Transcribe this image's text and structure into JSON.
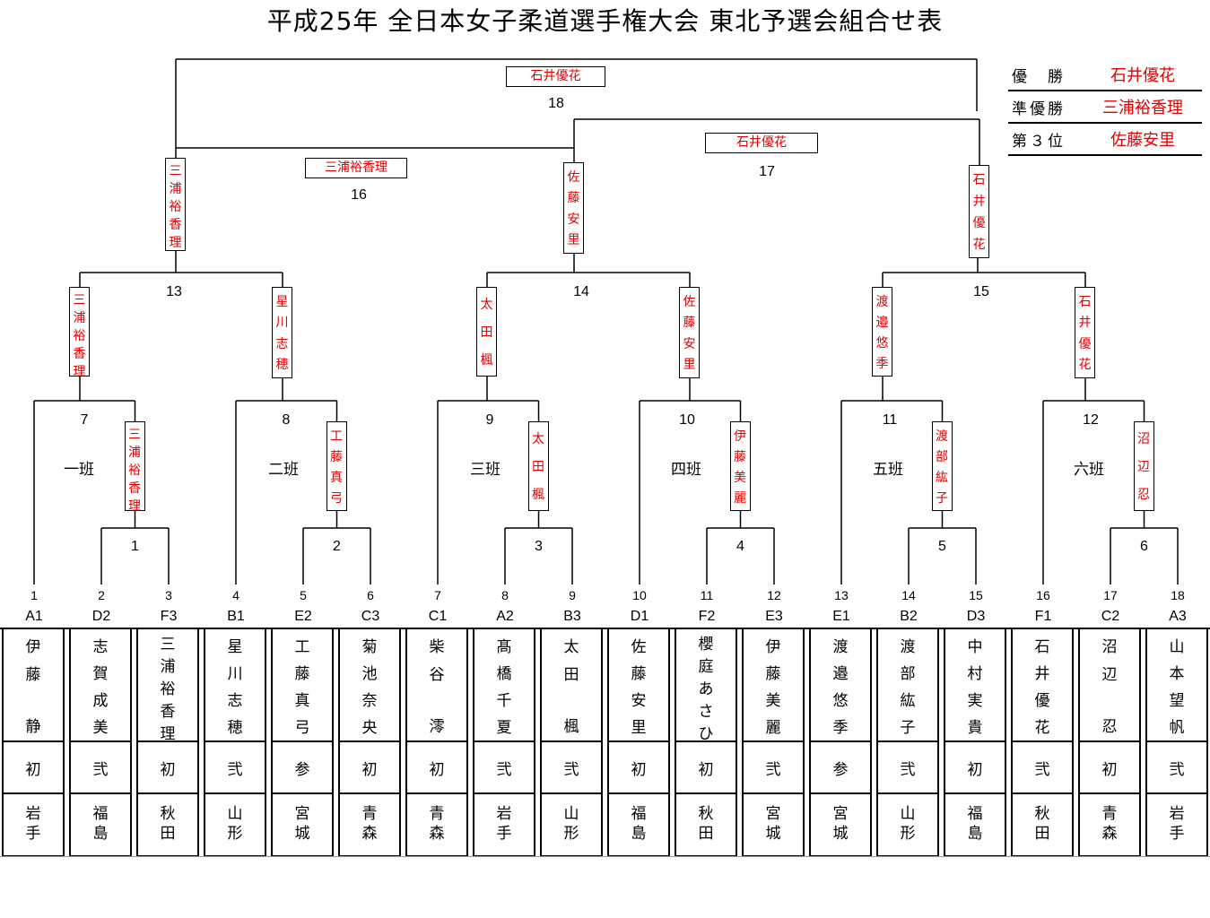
{
  "title": "平成25年  全日本女子柔道選手権大会  東北予選会組合せ表",
  "results": [
    {
      "label": "優　勝",
      "name": "石井優花"
    },
    {
      "label": "準優勝",
      "name": "三浦裕香理"
    },
    {
      "label": "第３位",
      "name": "佐藤安里"
    }
  ],
  "groups": [
    "一班",
    "二班",
    "三班",
    "四班",
    "五班",
    "六班"
  ],
  "winners": {
    "m1": "三浦裕香理",
    "m2": "工藤真弓",
    "m3": "太田楓",
    "m4": "伊藤美麗",
    "m5": "渡部紘子",
    "m6": "沼辺忍",
    "m7": "三浦裕香理",
    "m8": "星川志穂",
    "m9": "太田楓",
    "m10": "佐藤安里",
    "m11": "渡邉悠季",
    "m12": "石井優花",
    "m13": "三浦裕香理",
    "m14": "佐藤安里",
    "m15": "石井優花",
    "m16": "三浦裕香理",
    "m17": "石井優花",
    "m18": "石井優花"
  },
  "match_numbers": [
    "1",
    "2",
    "3",
    "4",
    "5",
    "6",
    "7",
    "8",
    "9",
    "10",
    "11",
    "12",
    "13",
    "14",
    "15",
    "16",
    "17",
    "18"
  ],
  "players": [
    {
      "slot": "1",
      "seed": "A1",
      "name": "伊藤静",
      "grade": "初",
      "pref": "岩手"
    },
    {
      "slot": "2",
      "seed": "D2",
      "name": "志賀成美",
      "grade": "弐",
      "pref": "福島"
    },
    {
      "slot": "3",
      "seed": "F3",
      "name": "三浦裕香理",
      "grade": "初",
      "pref": "秋田"
    },
    {
      "slot": "4",
      "seed": "B1",
      "name": "星川志穂",
      "grade": "弐",
      "pref": "山形"
    },
    {
      "slot": "5",
      "seed": "E2",
      "name": "工藤真弓",
      "grade": "参",
      "pref": "宮城"
    },
    {
      "slot": "6",
      "seed": "C3",
      "name": "菊池奈央",
      "grade": "初",
      "pref": "青森"
    },
    {
      "slot": "7",
      "seed": "C1",
      "name": "柴谷澪",
      "grade": "初",
      "pref": "青森"
    },
    {
      "slot": "8",
      "seed": "A2",
      "name": "髙橋千夏",
      "grade": "弐",
      "pref": "岩手"
    },
    {
      "slot": "9",
      "seed": "B3",
      "name": "太田楓",
      "grade": "弐",
      "pref": "山形"
    },
    {
      "slot": "10",
      "seed": "D1",
      "name": "佐藤安里",
      "grade": "初",
      "pref": "福島"
    },
    {
      "slot": "11",
      "seed": "F2",
      "name": "櫻庭あさひ",
      "grade": "初",
      "pref": "秋田"
    },
    {
      "slot": "12",
      "seed": "E3",
      "name": "伊藤美麗",
      "grade": "弐",
      "pref": "宮城"
    },
    {
      "slot": "13",
      "seed": "E1",
      "name": "渡邉悠季",
      "grade": "参",
      "pref": "宮城"
    },
    {
      "slot": "14",
      "seed": "B2",
      "name": "渡部紘子",
      "grade": "弐",
      "pref": "山形"
    },
    {
      "slot": "15",
      "seed": "D3",
      "name": "中村実貴",
      "grade": "初",
      "pref": "福島"
    },
    {
      "slot": "16",
      "seed": "F1",
      "name": "石井優花",
      "grade": "弐",
      "pref": "秋田"
    },
    {
      "slot": "17",
      "seed": "C2",
      "name": "沼辺忍",
      "grade": "初",
      "pref": "青森"
    },
    {
      "slot": "18",
      "seed": "A3",
      "name": "山本望帆",
      "grade": "弐",
      "pref": "岩手"
    }
  ]
}
